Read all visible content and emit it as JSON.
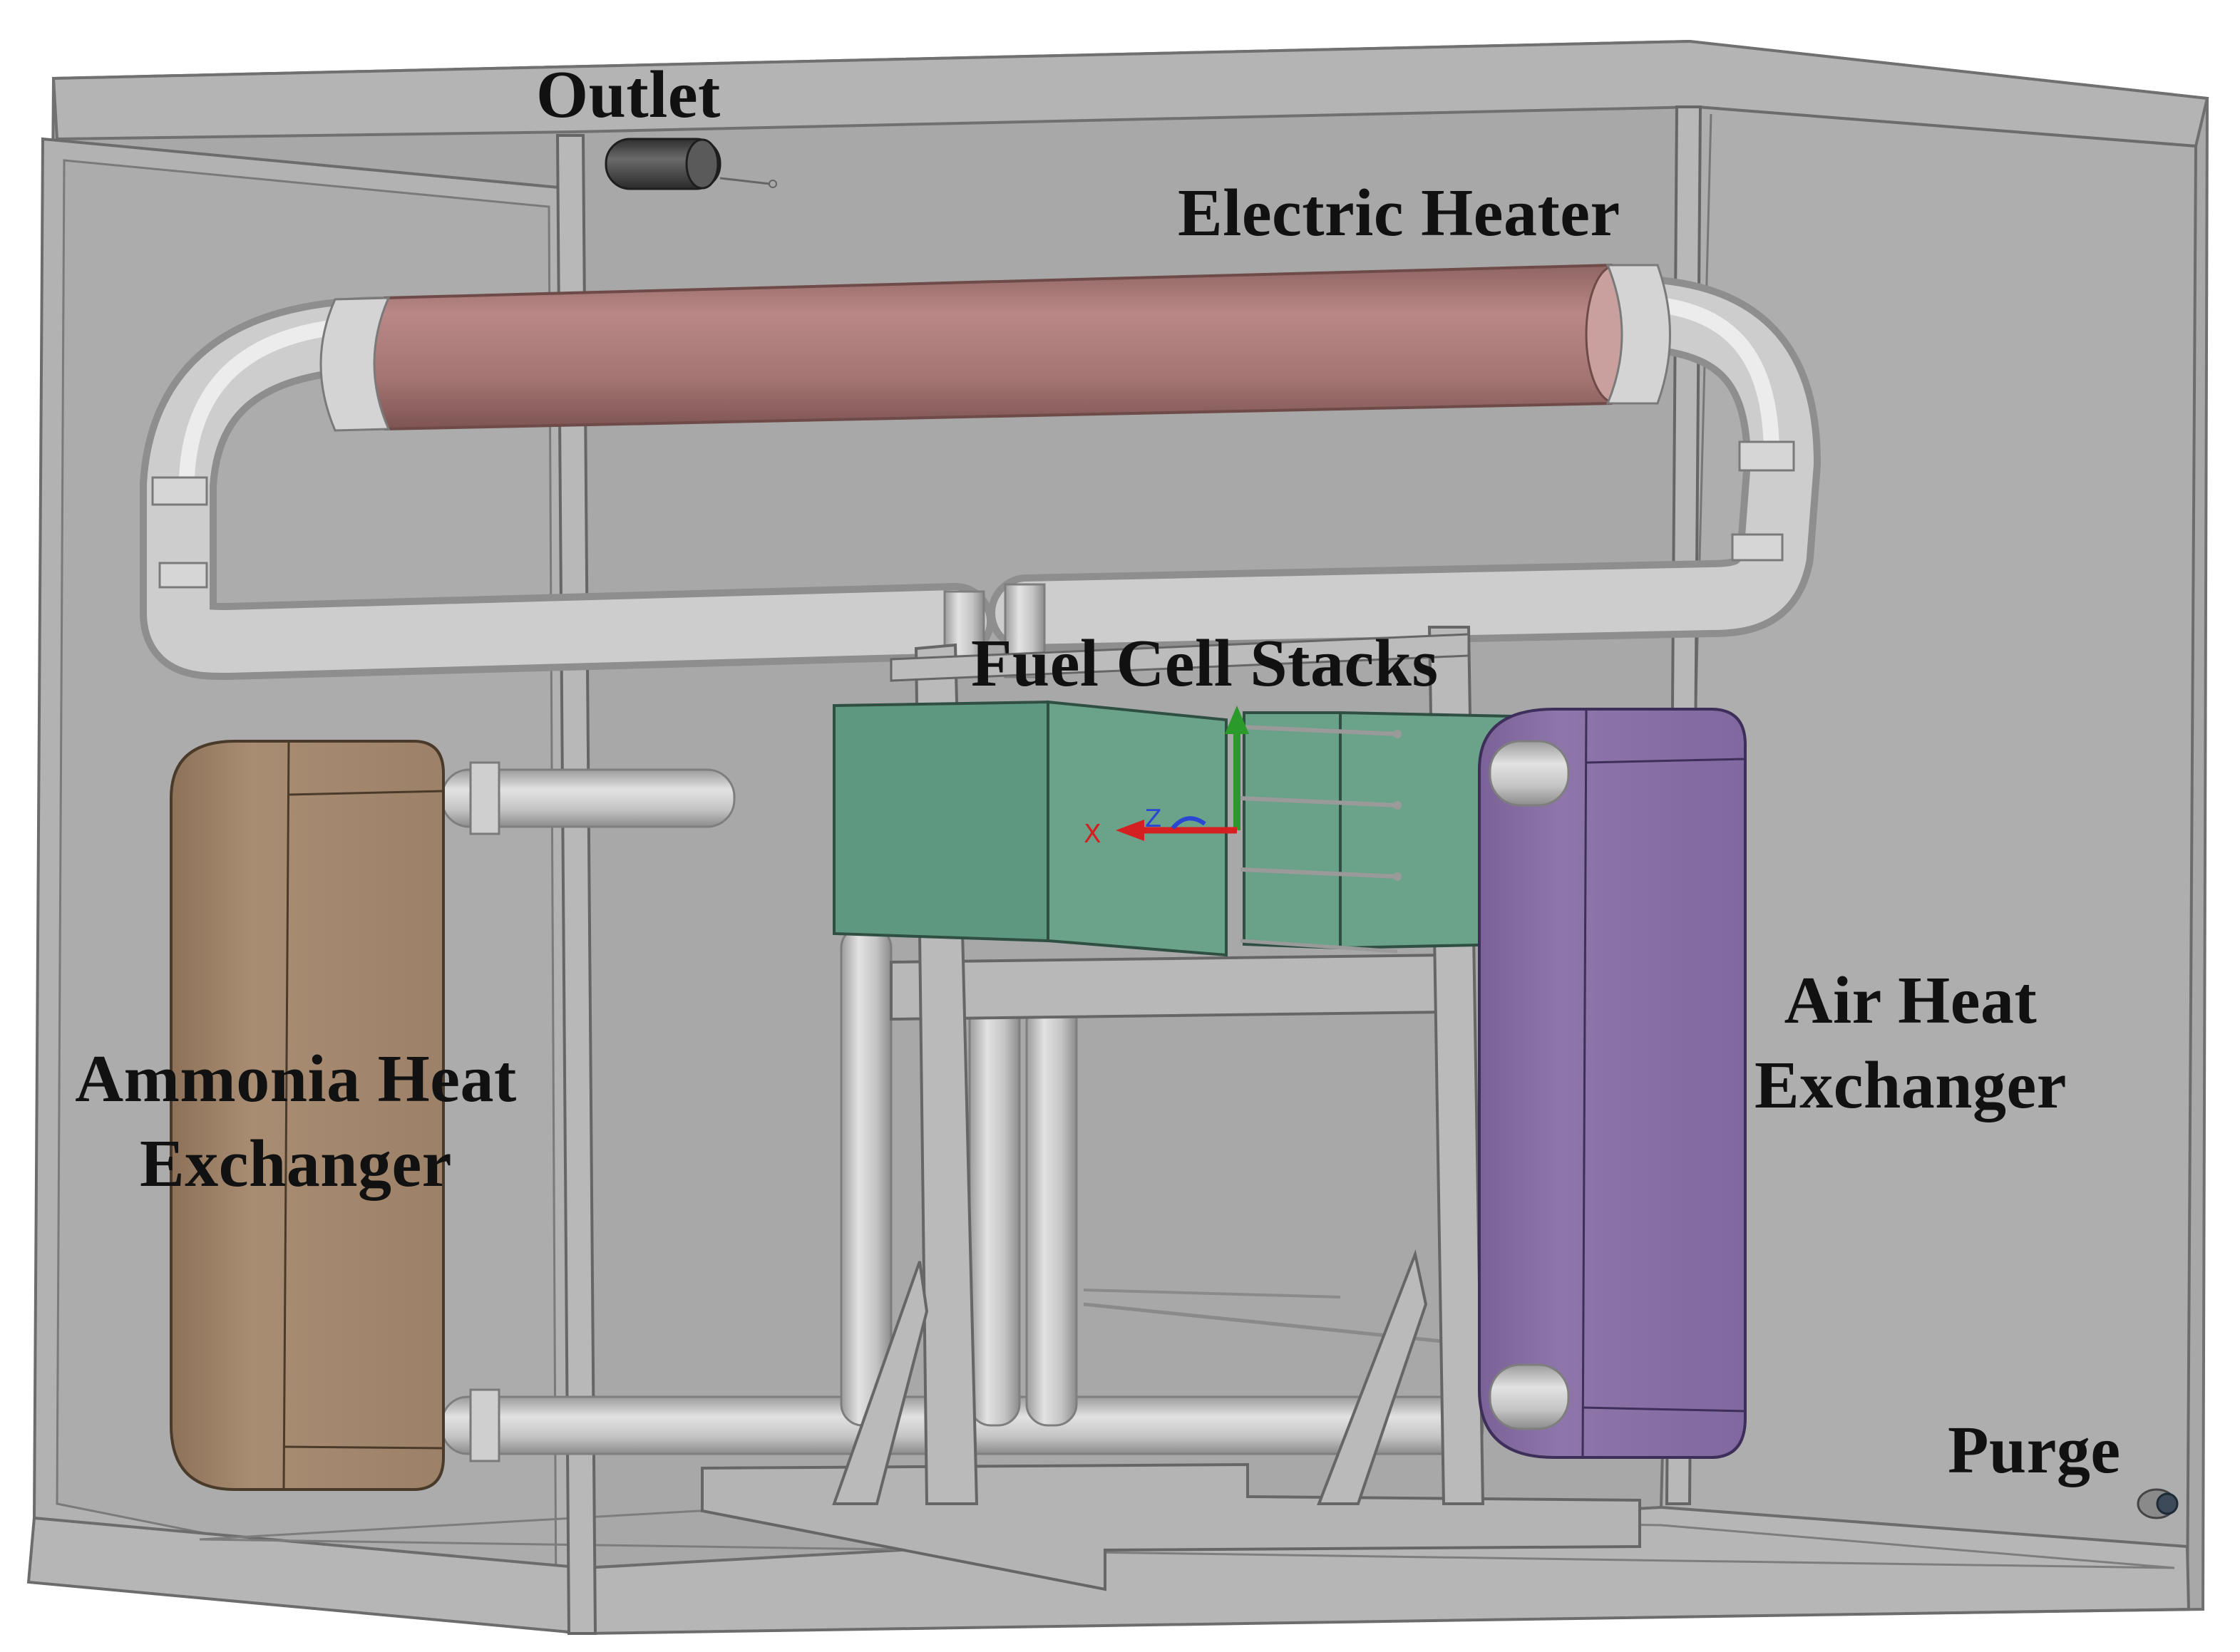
{
  "labels": {
    "outlet": "Outlet",
    "electric_heater": "Electric Heater",
    "fuel_cell_stacks": "Fuel Cell Stacks",
    "ammonia_hx_line1": "Ammonia Heat",
    "ammonia_hx_line2": "Exchanger",
    "air_hx_line1": "Air Heat",
    "air_hx_line2": "Exchanger",
    "purge": "Purge"
  },
  "axis_triad": {
    "x": "X",
    "z": "Z"
  },
  "colors": {
    "enclosure": "#a9a9a9",
    "enclosure_edge": "#6f6f6f",
    "pipe": "#c9c9c9",
    "electric_heater": "#a87a78",
    "fuel_cell_stacks": "#6ba38a",
    "ammonia_heat_exchanger": "#a68a70",
    "air_heat_exchanger": "#8a72a6",
    "outlet": "#4a4a4a",
    "label_text": "#111111"
  }
}
